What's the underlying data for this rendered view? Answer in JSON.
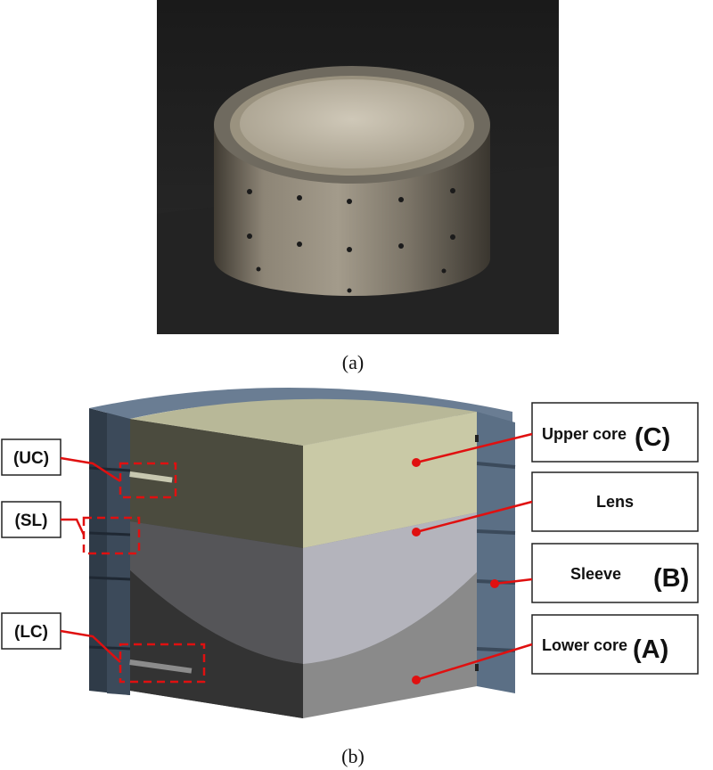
{
  "figure": {
    "caption_a": "(a)",
    "caption_b": "(b)"
  },
  "left_callouts": {
    "uc": "(UC)",
    "sl": "(SL)",
    "lc": "(LC)"
  },
  "right_callouts": {
    "upper_core": {
      "text": "Upper core",
      "tag": "(C)"
    },
    "lens": {
      "text": "Lens"
    },
    "sleeve": {
      "text": "Sleeve",
      "tag": "(B)"
    },
    "lower_core": {
      "text": "Lower core",
      "tag": "(A)"
    }
  },
  "colors": {
    "callout_line": "#e01010",
    "upper_core": "#c9c9a6",
    "lens": "#b4b4bc",
    "lower_core": "#8a8a8a",
    "sleeve": "#5b6f85"
  }
}
